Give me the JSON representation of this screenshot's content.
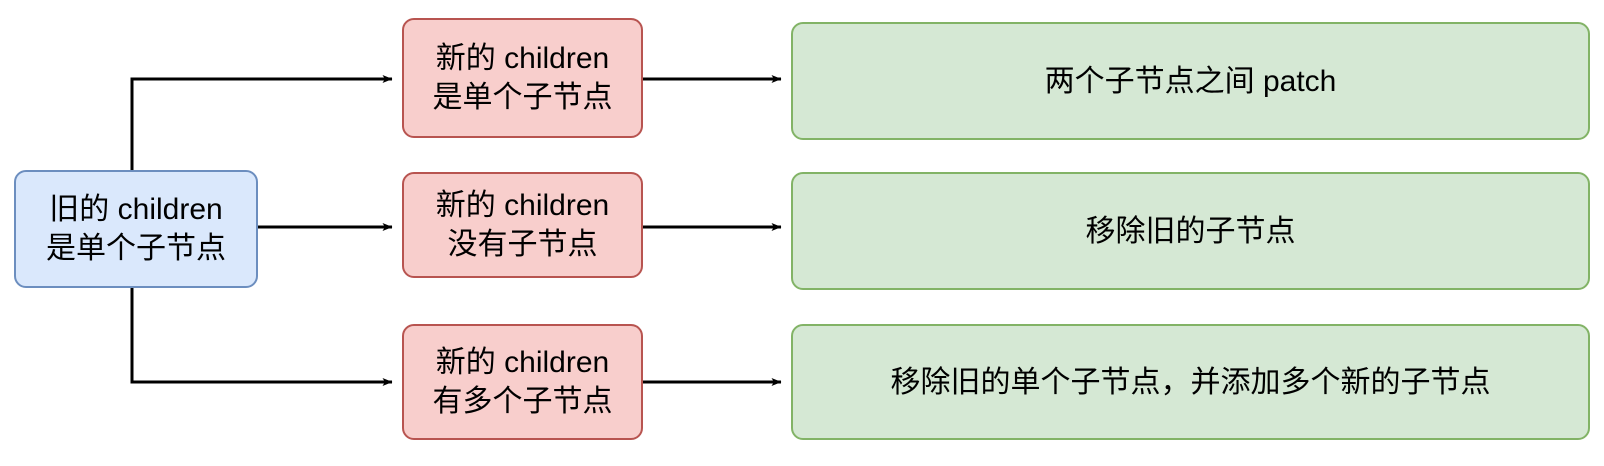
{
  "diagram": {
    "title": "Vue diff children comparison branches",
    "colors": {
      "source_fill": "#dae8fc",
      "source_border": "#6c8ebf",
      "condition_fill": "#f8cecc",
      "condition_border": "#b85450",
      "result_fill": "#d5e8d4",
      "result_border": "#82b366",
      "edge": "#000000",
      "background": "#ffffff"
    },
    "source": {
      "line1": "旧的 children",
      "line2": "是单个子节点"
    },
    "branches": [
      {
        "condition_line1": "新的 children",
        "condition_line2": "是单个子节点",
        "result": "两个子节点之间 patch"
      },
      {
        "condition_line1": "新的 children",
        "condition_line2": "没有子节点",
        "result": "移除旧的子节点"
      },
      {
        "condition_line1": "新的 children",
        "condition_line2": "有多个子节点",
        "result": "移除旧的单个子节点，并添加多个新的子节点"
      }
    ]
  }
}
